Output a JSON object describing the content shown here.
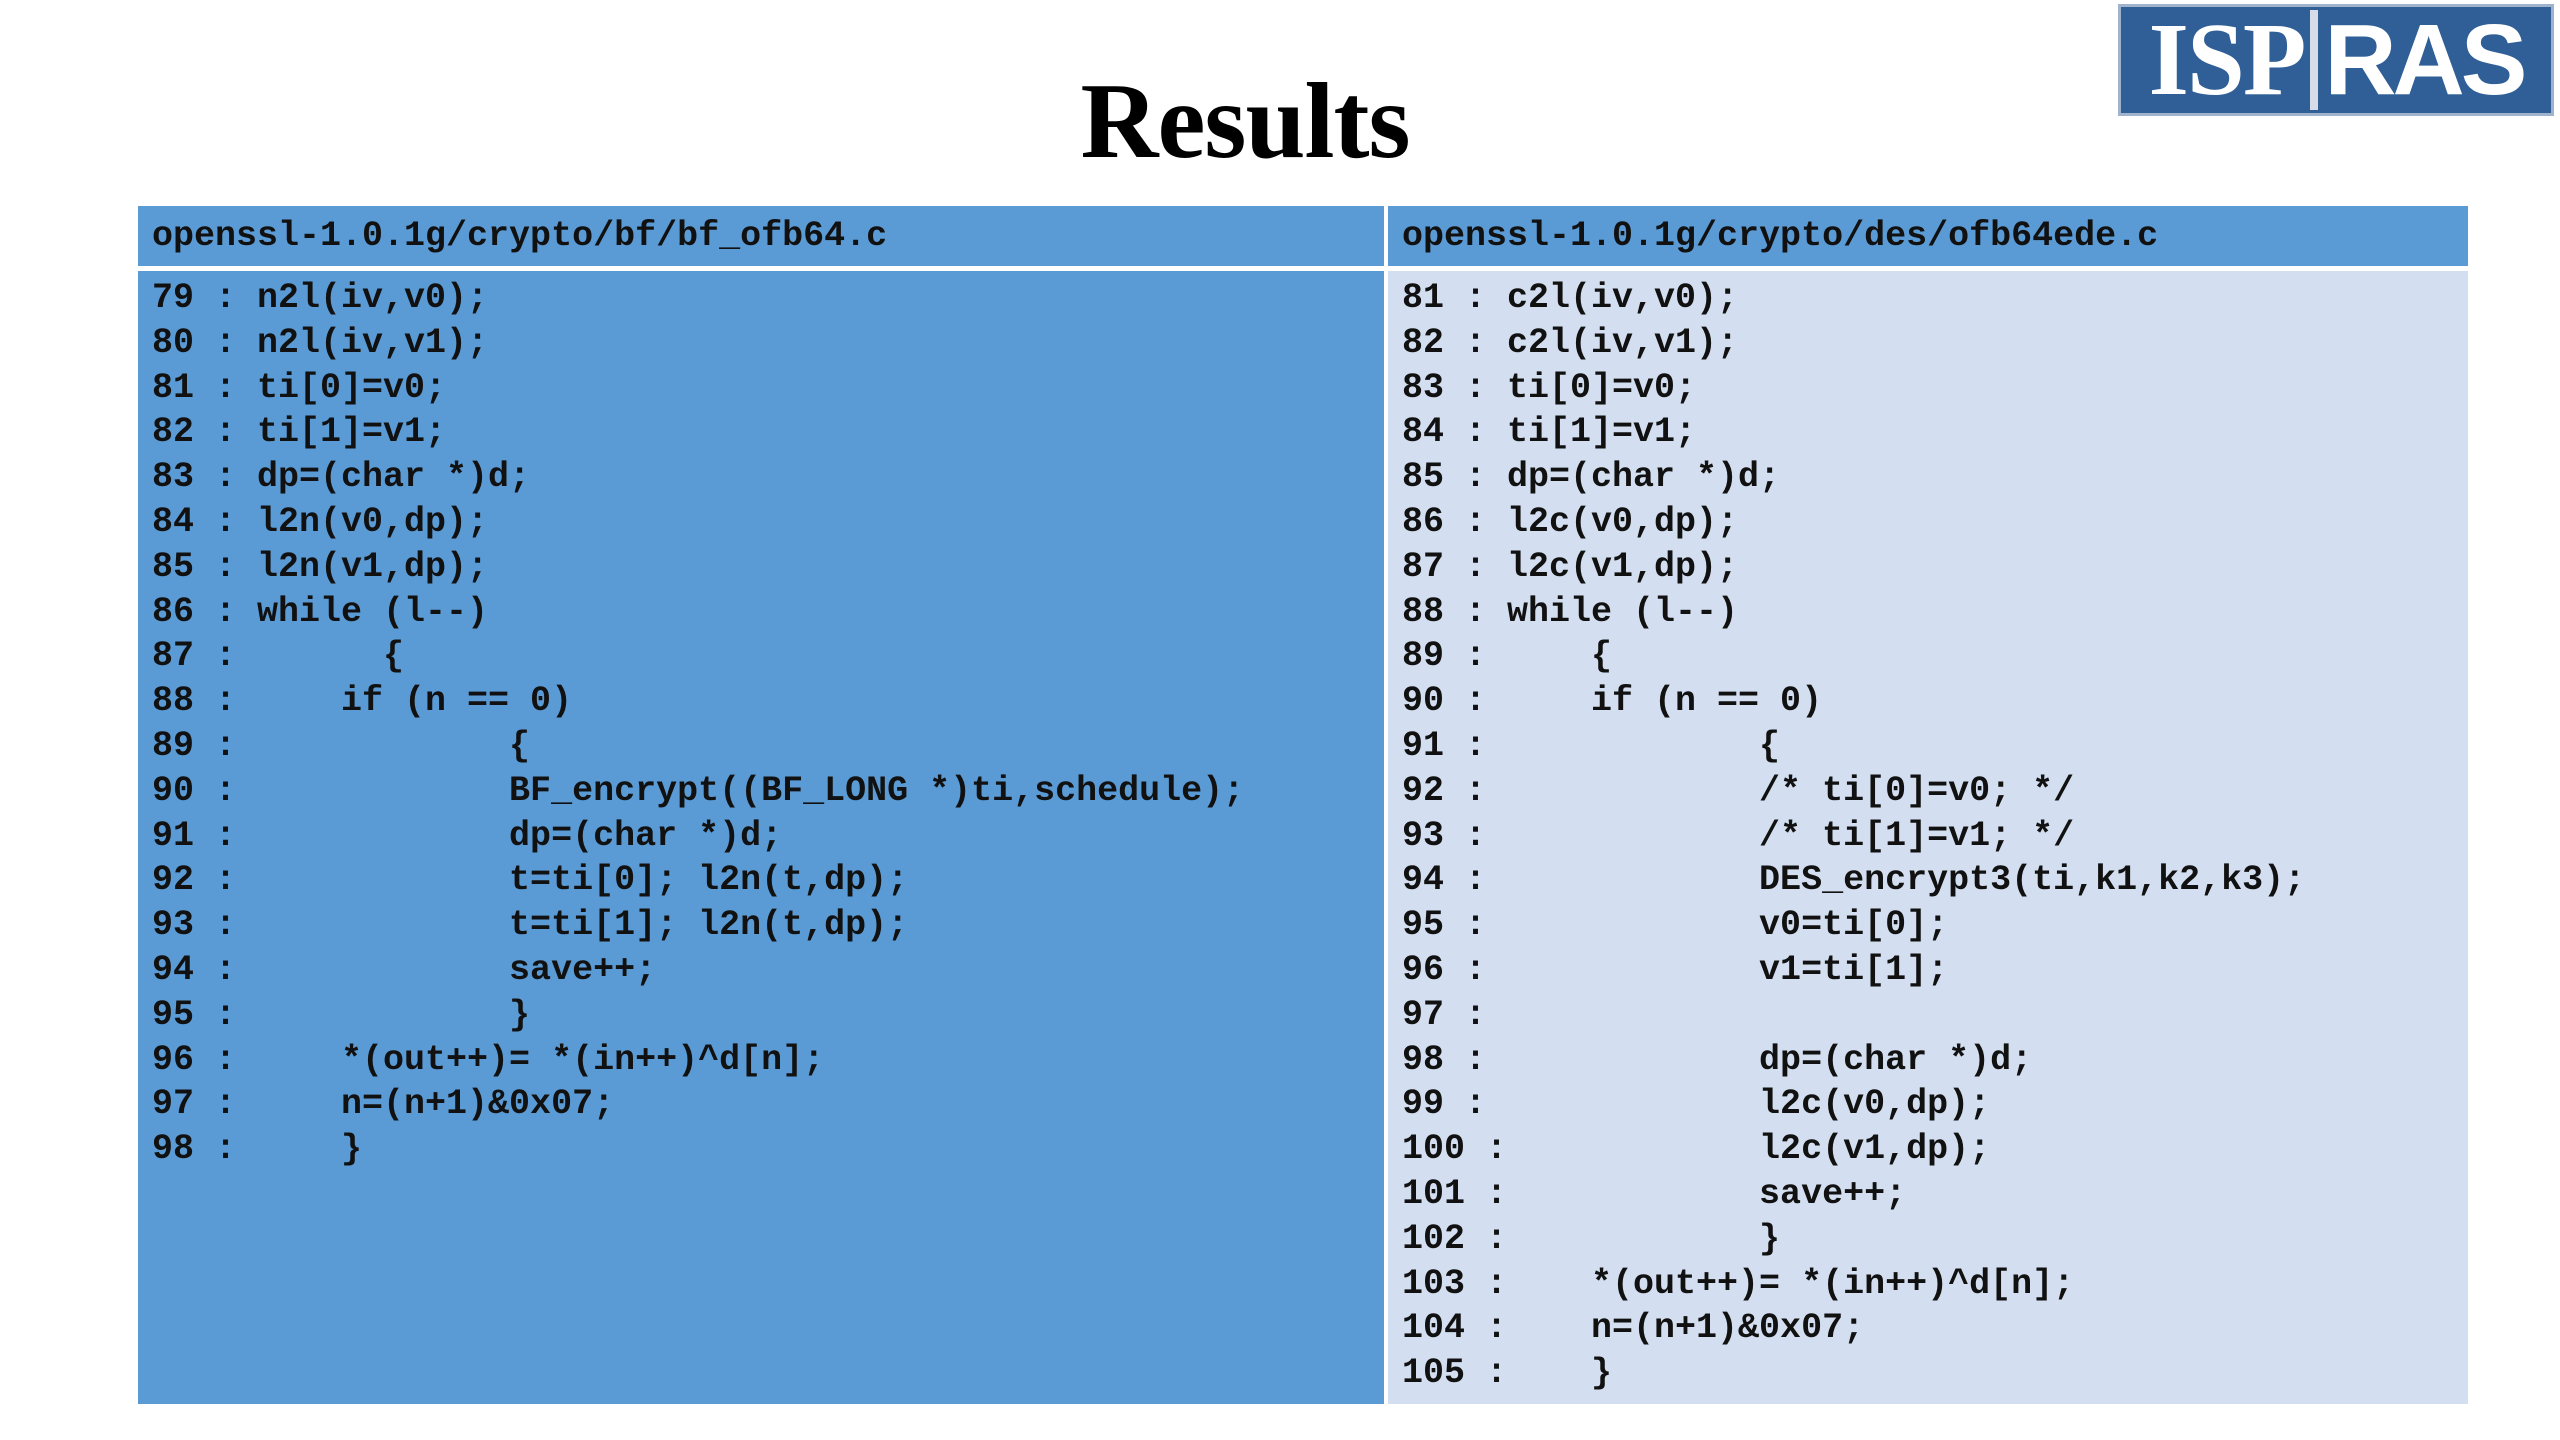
{
  "slide": {
    "title": "Results"
  },
  "logo": {
    "left_text": "ISP",
    "right_text": "RAS"
  },
  "panels": [
    {
      "file": "openssl-1.0.1g/crypto/bf/bf_ofb64.c",
      "lines": [
        "79 : n2l(iv,v0);",
        "80 : n2l(iv,v1);",
        "81 : ti[0]=v0;",
        "82 : ti[1]=v1;",
        "83 : dp=(char *)d;",
        "84 : l2n(v0,dp);",
        "85 : l2n(v1,dp);",
        "86 : while (l--)",
        "87 :       {",
        "88 :     if (n == 0)",
        "89 :             {",
        "90 :             BF_encrypt((BF_LONG *)ti,schedule);",
        "91 :             dp=(char *)d;",
        "92 :             t=ti[0]; l2n(t,dp);",
        "93 :             t=ti[1]; l2n(t,dp);",
        "94 :             save++;",
        "95 :             }",
        "96 :     *(out++)= *(in++)^d[n];",
        "97 :     n=(n+1)&0x07;",
        "98 :     }"
      ]
    },
    {
      "file": "openssl-1.0.1g/crypto/des/ofb64ede.c",
      "lines": [
        "81 : c2l(iv,v0);",
        "82 : c2l(iv,v1);",
        "83 : ti[0]=v0;",
        "84 : ti[1]=v1;",
        "85 : dp=(char *)d;",
        "86 : l2c(v0,dp);",
        "87 : l2c(v1,dp);",
        "88 : while (l--)",
        "89 :     {",
        "90 :     if (n == 0)",
        "91 :             {",
        "92 :             /* ti[0]=v0; */",
        "93 :             /* ti[1]=v1; */",
        "94 :             DES_encrypt3(ti,k1,k2,k3);",
        "95 :             v0=ti[0];",
        "96 :             v1=ti[1];",
        "97 :",
        "98 :             dp=(char *)d;",
        "99 :             l2c(v0,dp);",
        "100 :            l2c(v1,dp);",
        "101 :            save++;",
        "102 :            }",
        "103 :    *(out++)= *(in++)^d[n];",
        "104 :    n=(n+1)&0x07;",
        "105 :    }"
      ]
    }
  ]
}
